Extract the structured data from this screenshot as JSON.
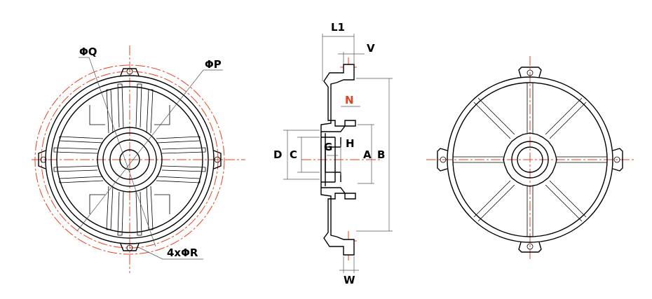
{
  "labels": {
    "phi_q": "ΦQ",
    "phi_p": "ΦP",
    "four_phi_r": "4xΦR",
    "l1": "L1",
    "v": "V",
    "n": "N",
    "d": "D",
    "c": "C",
    "g": "G",
    "h": "H",
    "a": "A",
    "b": "B",
    "w": "W"
  },
  "colors": {
    "outline": "#000000",
    "centerline": "#e8401c",
    "dimension": "#555555"
  }
}
